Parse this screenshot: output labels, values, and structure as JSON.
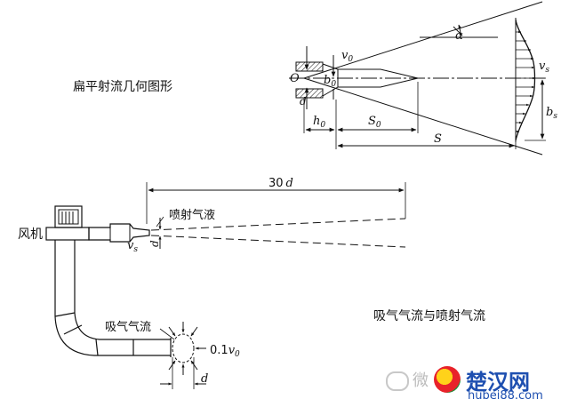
{
  "top_figure": {
    "title": "扁平射流几何图形",
    "labels": {
      "v0": "v",
      "v0_sub": "0",
      "O": "O",
      "b0": "b",
      "b0_sub": "0",
      "d": "d",
      "alpha": "α",
      "vs": "v",
      "vs_sub": "s",
      "bs": "b",
      "bs_sub": "s",
      "h0": "h",
      "h0_sub": "0",
      "S0": "S",
      "S0_sub": "0",
      "S": "S"
    }
  },
  "bottom_figure": {
    "fan_label": "风机",
    "spray_label": "喷射气液",
    "suction_label": "吸气气流",
    "distance_label": "30",
    "distance_unit": "d",
    "vs": "v",
    "vs_sub": "s",
    "d": "d",
    "suction_velocity_prefix": "0.1",
    "suction_velocity_v": "v",
    "suction_velocity_sub": "0",
    "d_bottom": "d",
    "caption": "吸气气流与喷射气流"
  },
  "watermark": {
    "left_text": "微",
    "brand": "楚汉网",
    "url": "hubei88.com"
  }
}
